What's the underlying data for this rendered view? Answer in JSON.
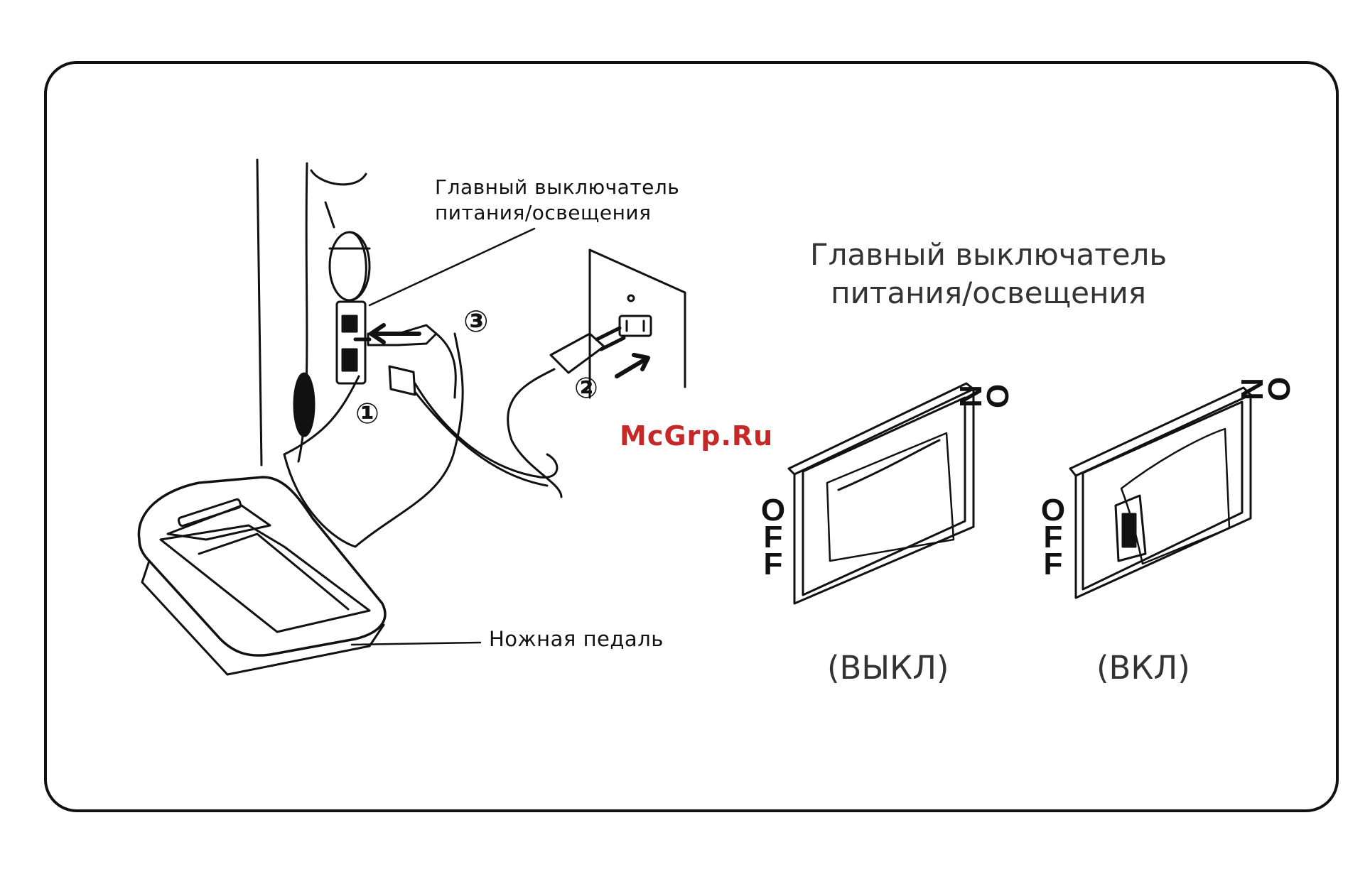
{
  "labels": {
    "main_switch_small_line1": "Главный выключатель",
    "main_switch_small_line2": "питания/освещения",
    "main_switch_large_line1": "Главный выключатель",
    "main_switch_large_line2": "питания/освещения",
    "foot_pedal": "Ножная педаль",
    "state_off": "(ВЫКЛ)",
    "state_on": "(ВКЛ)"
  },
  "switch_markings": {
    "off": [
      "O",
      "F",
      "F"
    ],
    "on": [
      "O",
      "N"
    ]
  },
  "steps": [
    "①",
    "②",
    "③"
  ],
  "watermark": "McGrp.Ru",
  "colors": {
    "line": "#111111",
    "watermark": "#c62828"
  }
}
